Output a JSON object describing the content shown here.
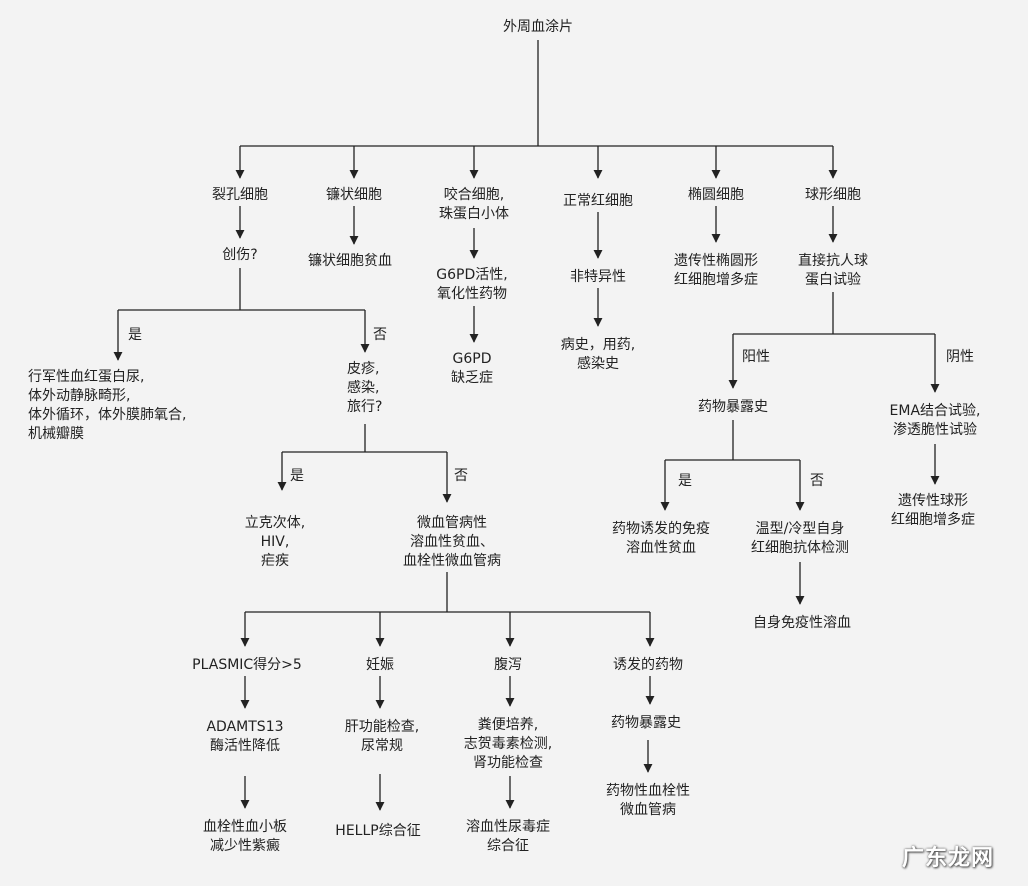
{
  "diagram": {
    "nodes": {
      "root": "外周血涂片",
      "schistocyte": "裂孔细胞",
      "trauma_q": "创伤?",
      "trauma_yes": "行军性血红蛋白尿,\n体外动静脉畸形,\n体外循环，体外膜肺氧合,\n机械瓣膜",
      "rash_q": "皮疹,\n感染,\n旅行?",
      "infection": "立克次体,\nHIV,\n疟疾",
      "mahat": "微血管病性\n溶血性贫血、\n血栓性微血管病",
      "plasmic": "PLASMIC得分>5",
      "adamts13": "ADAMTS13\n酶活性降低",
      "ttp": "血栓性血小板\n减少性紫癜",
      "pregnancy": "妊娠",
      "lft": "肝功能检查,\n尿常规",
      "hellp": "HELLP综合征",
      "diarrhea": "腹泻",
      "stool": "粪便培养,\n志贺毒素检测,\n肾功能检查",
      "hus": "溶血性尿毒症\n综合征",
      "drug_trigger": "诱发的药物",
      "drug_exposure1": "药物暴露史",
      "dtma": "药物性血栓性\n微血管病",
      "sickle": "镰状细胞",
      "sickle_anemia": "镰状细胞贫血",
      "bite": "咬合细胞,\n珠蛋白小体",
      "g6pd_act": "G6PD活性,\n氧化性药物",
      "g6pd_def": "G6PD\n缺乏症",
      "normal": "正常红细胞",
      "nonspecific": "非特异性",
      "history": "病史，用药,\n感染史",
      "elliptocyte": "椭圆细胞",
      "he": "遗传性椭圆形\n红细胞增多症",
      "spherocyte": "球形细胞",
      "dat": "直接抗人球\n蛋白试验",
      "drug_exposure2": "药物暴露史",
      "diiha": "药物诱发的免疫\n溶血性贫血",
      "warm_cold": "温型/冷型自身\n红细胞抗体检测",
      "aiha": "自身免疫性溶血",
      "ema": "EMA结合试验,\n渗透脆性试验",
      "hs": "遗传性球形\n红细胞增多症"
    },
    "edge_labels": {
      "yes1": "是",
      "no1": "否",
      "yes2": "是",
      "no2": "否",
      "positive": "阳性",
      "negative": "阴性",
      "yes3": "是",
      "no3": "否"
    }
  },
  "watermark": "广东龙网",
  "colors": {
    "line": "#222222",
    "background": "#f3f3f3",
    "text": "#222222"
  }
}
